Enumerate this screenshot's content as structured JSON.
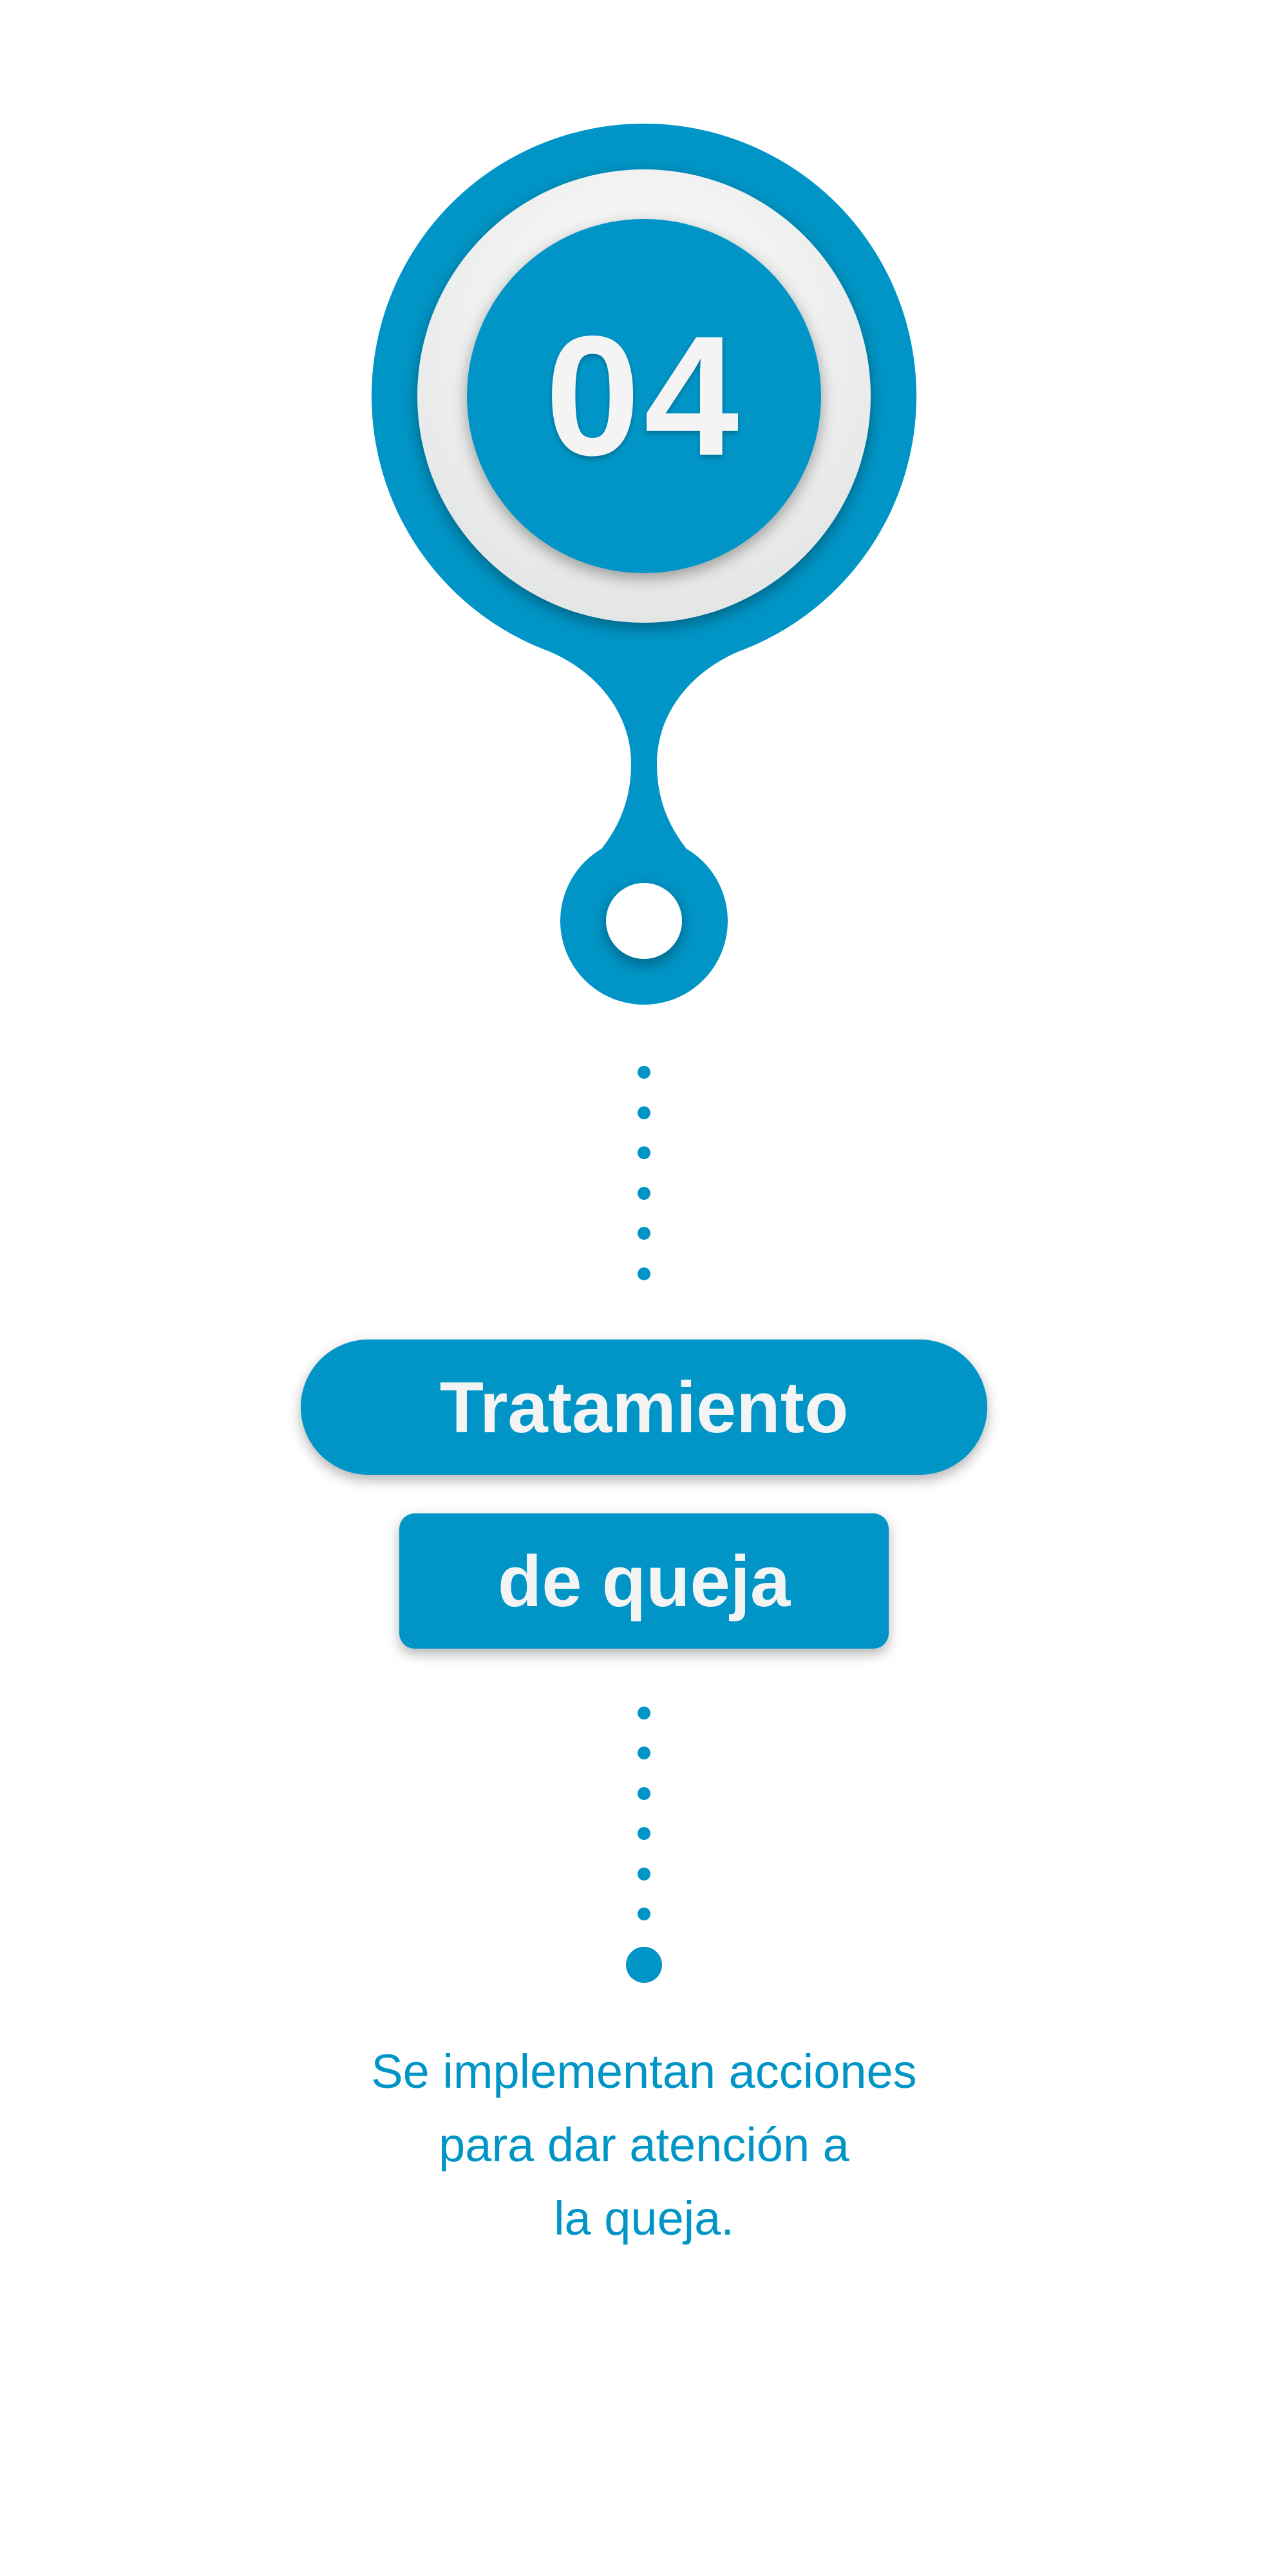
{
  "step": {
    "number": "04"
  },
  "title": {
    "line1": "Tratamiento",
    "line2": "de queja"
  },
  "description": {
    "lines": [
      "Se implementan acciones",
      "para dar atención a",
      "la queja."
    ]
  },
  "colors": {
    "accent": "#0095c6",
    "ring": "#f0f0f0",
    "text_light": "#f4f4f4"
  }
}
